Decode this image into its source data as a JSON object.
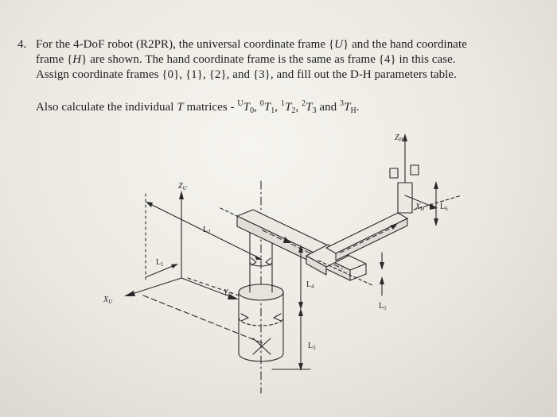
{
  "problem": {
    "number": "4.",
    "line1_a": "For the 4-DoF robot (R2PR), the universal coordinate frame {",
    "line1_u": "U",
    "line1_b": "} and the hand coordinate",
    "line2_a": "frame {",
    "line2_h": "H",
    "line2_b": "} are shown. The hand coordinate frame is the same as frame {4} in this case.",
    "line3": "Assign coordinate frames {0}, {1}, {2}, and {3}, and fill out the D-H parameters table.",
    "line4_a": "Also calculate the individual",
    "line4_T": "T",
    "line4_b": "matrices -",
    "matrices": [
      {
        "sup": "U",
        "sub": "0",
        "sep": ","
      },
      {
        "sup": "0",
        "sub": "1",
        "sep": ","
      },
      {
        "sup": "1",
        "sub": "2",
        "sep": ","
      },
      {
        "sup": "2",
        "sub": "3",
        "sep": " and"
      },
      {
        "sup": "3",
        "sub": "H",
        "sep": "."
      }
    ]
  },
  "figure": {
    "labels": {
      "zh": "Z",
      "zh_sub": "H",
      "zu": "Z",
      "zu_sub": "U",
      "xu": "X",
      "xu_sub": "U",
      "yu": "Y",
      "yu_sub": "U",
      "xh": "X",
      "xh_sub": "H",
      "l1": "L",
      "l1_sub": "1",
      "l2": "L",
      "l2_sub": "2",
      "l3": "L",
      "l3_sub": "3",
      "l4": "L",
      "l4_sub": "4",
      "l5": "L",
      "l5_sub": "5",
      "l6": "L",
      "l6_sub": "6"
    }
  }
}
